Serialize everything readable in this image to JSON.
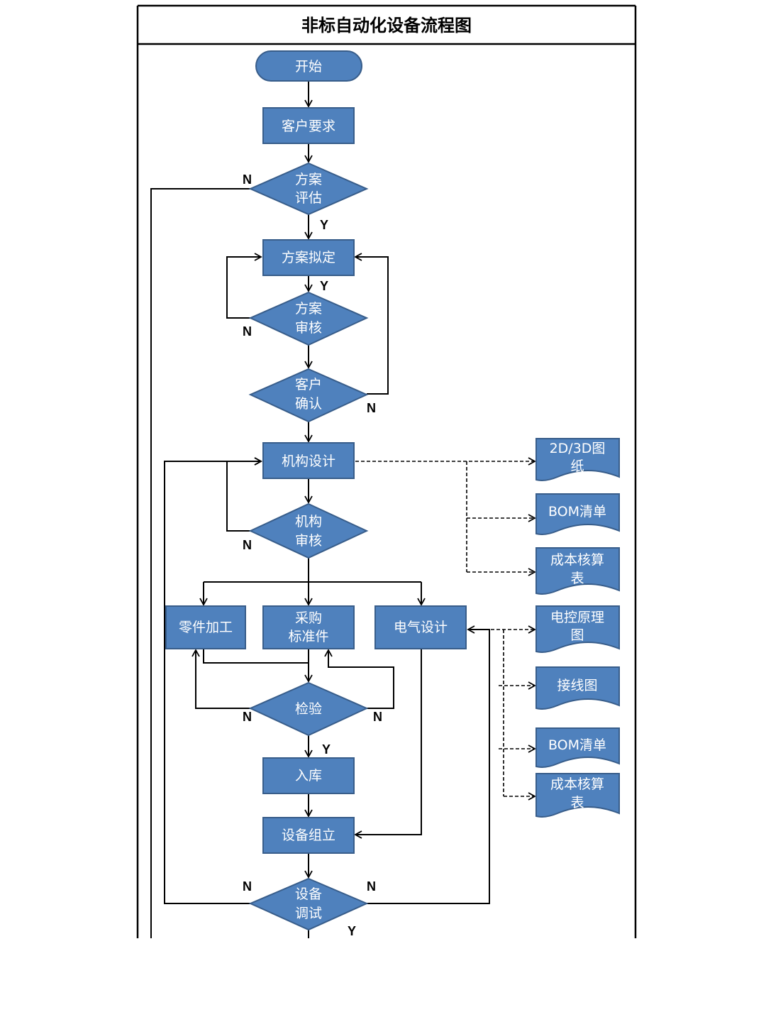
{
  "title": "非标自动化设备流程图",
  "nodes": {
    "start": "开始",
    "req": "客户要求",
    "eval": [
      "方案",
      "评估"
    ],
    "draft": "方案拟定",
    "review": [
      "方案",
      "审核"
    ],
    "confirm": [
      "客户",
      "确认"
    ],
    "mech": "机构设计",
    "mechreview": [
      "机构",
      "审核"
    ],
    "parts": "零件加工",
    "purchase": [
      "采购",
      "标准件"
    ],
    "elec": "电气设计",
    "inspect": "检验",
    "storage": "入库",
    "assembly": "设备组立",
    "debug": [
      "设备",
      "调试"
    ]
  },
  "documents": {
    "mech_drawing": [
      "2D/3D图",
      "纸"
    ],
    "mech_bom": "BOM清单",
    "mech_cost": [
      "成本核算",
      "表"
    ],
    "elec_schematic": [
      "电控原理",
      "图"
    ],
    "elec_wiring": "接线图",
    "elec_bom": "BOM清单",
    "elec_cost": [
      "成本核算",
      "表"
    ]
  },
  "edge_labels": {
    "yes": "Y",
    "no": "N"
  }
}
